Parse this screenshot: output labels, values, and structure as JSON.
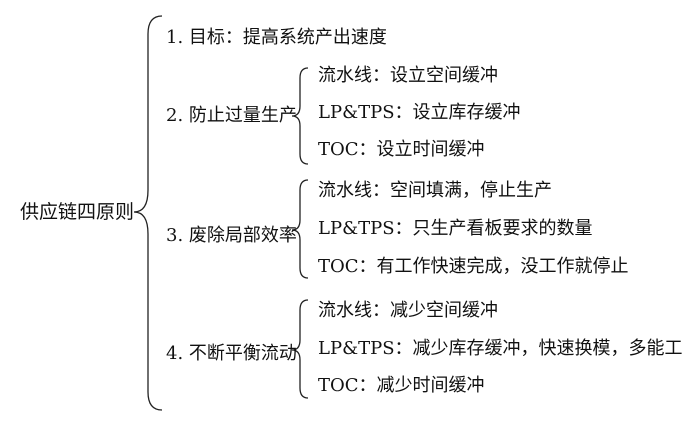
{
  "root": "供应链四原则",
  "branches": [
    {
      "label": "1. 目标：提高系统产出速度"
    },
    {
      "label": "2. 防止过量生产",
      "items": [
        "流水线：设立空间缓冲",
        "LP&TPS：设立库存缓冲",
        "TOC：设立时间缓冲"
      ]
    },
    {
      "label": "3. 废除局部效率",
      "items": [
        "流水线：空间填满，停止生产",
        "LP&TPS：只生产看板要求的数量",
        "TOC：有工作快速完成，没工作就停止"
      ]
    },
    {
      "label": "4. 不断平衡流动",
      "items": [
        "流水线：减少空间缓冲",
        "LP&TPS：减少库存缓冲，快速换模，多能工",
        "TOC：减少时间缓冲"
      ]
    }
  ]
}
